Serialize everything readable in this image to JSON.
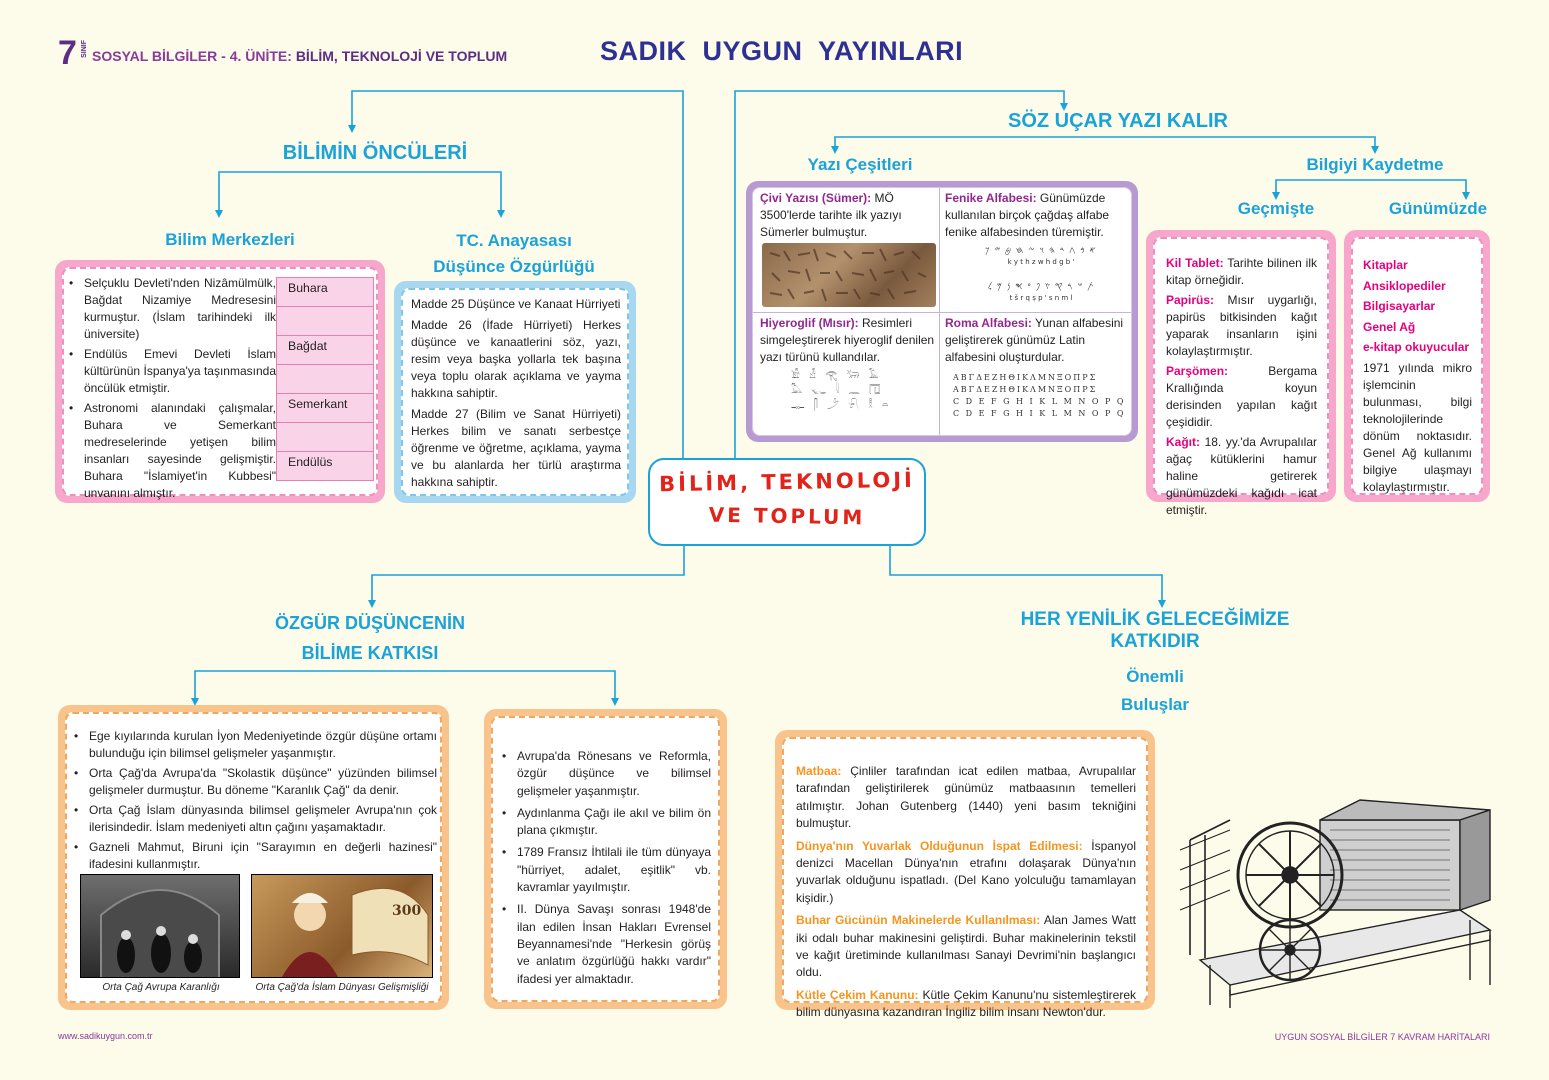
{
  "header": {
    "grade": "7",
    "grade_small": "SINIF",
    "subject": "SOSYAL BİLGİLER - 4. ÜNİTE:",
    "unit": "BİLİM, TEKNOLOJİ VE TOPLUM",
    "publisher": "SADIK  UYGUN  YAYINLARI"
  },
  "center": {
    "line1": "BİLİM, TEKNOLOJİ",
    "line2": "VE TOPLUM"
  },
  "pioneers": {
    "title": "BİLİMİN ÖNCÜLERİ",
    "centers_title": "Bilim Merkezleri",
    "centers_items": [
      "Selçuklu Devleti'nden Nizâmülmülk, Bağdat Nizamiye Medresesini kurmuştur. (İslam tarihindeki ilk üniversite)",
      "Endülüs Emevi Devleti İslam kültürünün İspanya'ya taşınmasında öncülük etmiştir.",
      "Astronomi alanındaki çalışmalar, Buhara ve Semerkant medreselerinde yetişen bilim insanları sayesinde gelişmiştir. Buhara \"İslamiyet'in Kubbesi\" unvanını almıştır."
    ],
    "cities": [
      "Buhara",
      "",
      "Bağdat",
      "",
      "Semerkant",
      "",
      "Endülüs"
    ],
    "constitution_title1": "TC. Anayasası",
    "constitution_title2": "Düşünce Özgürlüğü",
    "constitution_paras": [
      "Madde 25 Düşünce ve Kanaat Hürriyeti",
      "Madde 26 (İfade Hürriyeti) Herkes düşünce ve kanaatlerini söz, yazı, resim veya başka yollarla tek başına veya toplu olarak açıklama ve yayma hakkına sahiptir.",
      "Madde 27 (Bilim ve Sanat Hürriyeti) Herkes bilim ve sanatı serbestçe öğrenme ve öğretme, açıklama, yayma ve bu alanlarda her türlü araştırma hakkına sahiptir."
    ]
  },
  "writing": {
    "title": "SÖZ UÇAR YAZI KALIR",
    "types_title": "Yazı Çeşitleri",
    "cuneiform_label": "Çivi Yazısı (Sümer):",
    "cuneiform_text": " MÖ 3500'lerde tarihte ilk yazıyı Sümerler bulmuştur.",
    "phoenician_label": "Fenike Alfabesi:",
    "phoenician_text": " Günümüzde kullanılan birçok çağdaş alfabe fenike alfabesinden türemiştir.",
    "phoenician_glyphs1": "𐤀 𐤁 𐤂 𐤃 𐤄 𐤅 𐤆 𐤇 𐤈 𐤉 𐤊",
    "phoenician_latin1": "k   y   t   h   z   w   h   d   g   b   '",
    "phoenician_glyphs2": "𐤕 𐤔 𐤓 𐤒 𐤑 𐤐 𐤏 𐤎 𐤍 𐤌 𐤋",
    "phoenician_latin2": "t   š   r   q   ṣ   p   '   s   n   m   l",
    "hieroglyph_label": "Hiyeroglif (Mısır):",
    "hieroglyph_text": " Resimleri simgeleştirerek hiyeroglif denilen yazı türünü kullandılar.",
    "hieroglyph_glyphs": "𓀀 𓁐 𓂀 𓃒 𓄿 𓅓 𓆑 𓇋 𓈖 𓉔 𓊃 𓋴 𓌳 𓍯 𓎛 𓏏",
    "roman_label": "Roma Alfabesi:",
    "roman_text": " Yunan alfabesini geliştirerek günümüz Latin alfabesini oluşturdular.",
    "roman_rows": [
      "ΑΒΓΔΕΖΗΘΙΚΛΜΝΞΟΠΡΣ",
      "ΑΒΓΔΕΖΗΘΙΚΛΜΝΞΟΠΡΣ",
      "C D E F G H  I K L M N  O P  Q",
      "C D E F G H  I K L M N  O P  Q"
    ],
    "record_title": "Bilgiyi Kaydetme",
    "past_title": "Geçmişte",
    "present_title": "Günümüzde",
    "past_items": [
      {
        "label": "Kil Tablet:",
        "text": " Tarihte bilinen ilk kitap örneğidir."
      },
      {
        "label": "Papirüs:",
        "text": " Mısır uygarlığı, papirüs bitkisinden kağıt yaparak insanların işini kolaylaştırmıştır."
      },
      {
        "label": "Parşömen:",
        "text": " Bergama Krallığında koyun derisinden yapılan kağıt çeşididir."
      },
      {
        "label": "Kağıt:",
        "text": " 18. yy.'da Avrupalılar ağaç kütüklerini hamur haline getirerek günümüzdeki kağıdı icat etmiştir."
      }
    ],
    "present_items": [
      "Kitaplar",
      "Ansiklopediler",
      "Bilgisayarlar",
      "Genel Ağ",
      "e-kitap okuyucular"
    ],
    "present_text": "1971 yılında mikro işlemcinin bulunması, bilgi teknolojilerinde dönüm noktasıdır. Genel Ağ kullanımı bilgiye ulaşmayı kolaylaştırmıştır."
  },
  "free_thought": {
    "title1": "ÖZGÜR DÜŞÜNCENİN",
    "title2": "BİLİME KATKISI",
    "left_items": [
      "Ege kıyılarında kurulan İyon Medeniyetinde özgür düşüne ortamı bulunduğu için bilimsel gelişmeler yaşanmıştır.",
      "Orta Çağ'da Avrupa'da \"Skolastik düşünce\" yüzünden bilimsel gelişmeler durmuştur. Bu döneme \"Karanlık Çağ\" da denir.",
      "Orta Çağ İslam dünyasında bilimsel gelişmeler Avrupa'nın çok ilerisindedir. İslam medeniyeti altın çağını yaşamaktadır.",
      "Gazneli Mahmut, Biruni için \"Sarayımın en değerli hazinesi\" ifadesini kullanmıştır."
    ],
    "caption_left": "Orta Çağ Avrupa Karanlığı",
    "caption_right": "Orta Çağ'da İslam Dünyası Gelişmişliği",
    "map_number": "300",
    "right_items": [
      "Avrupa'da Rönesans ve Reformla, özgür düşünce ve bilimsel gelişmeler yaşanmıştır.",
      "Aydınlanma Çağı ile akıl ve bilim ön plana çıkmıştır.",
      "1789 Fransız İhtilali ile tüm dünyaya \"hürriyet, adalet, eşitlik\" vb. kavramlar yayılmıştır.",
      "II. Dünya Savaşı sonrası 1948'de ilan edilen İnsan Hakları Evrensel Beyannamesi'nde \"Herkesin görüş ve anlatım özgürlüğü hakkı vardır\" ifadesi yer almaktadır."
    ]
  },
  "innovation": {
    "title1": "HER YENİLİK GELECEĞİMİZE",
    "title2": "KATKIDIR",
    "sub1": "Önemli",
    "sub2": "Buluşlar",
    "items": [
      {
        "label": "Matbaa:",
        "text": " Çinliler tarafından icat edilen matbaa, Avrupalılar tarafından geliştirilerek günümüz matbaasının temelleri atılmıştır. Johan Gutenberg (1440) yeni basım tekniğini bulmuştur."
      },
      {
        "label": "Dünya'nın Yuvarlak Olduğunun İspat Edilmesi:",
        "text": " İspanyol denizci Macellan Dünya'nın etrafını dolaşarak Dünya'nın yuvarlak olduğunu ispatladı. (Del Kano yolculuğu tamamlayan kişidir.)"
      },
      {
        "label": "Buhar Gücünün Makinelerde Kullanılması:",
        "text": " Alan James Watt iki odalı buhar makinesini geliştirdi. Buhar makinelerinin tekstil ve kağıt üretiminde kullanılması Sanayi Devrimi'nin başlangıcı oldu."
      },
      {
        "label": "Kütle Çekim Kanunu:",
        "text": " Kütle Çekim Kanunu'nu sistemleştirerek bilim dünyasına kazandıran İngiliz bilim insanı Newton'dur."
      }
    ]
  },
  "footer": {
    "left": "www.sadikuygun.com.tr",
    "right": "UYGUN SOSYAL BİLGİLER 7 KAVRAM HARİTALARI"
  },
  "colors": {
    "accent": "#1aa3d9",
    "title": "#2e3192",
    "center_text": "#e2231a"
  }
}
